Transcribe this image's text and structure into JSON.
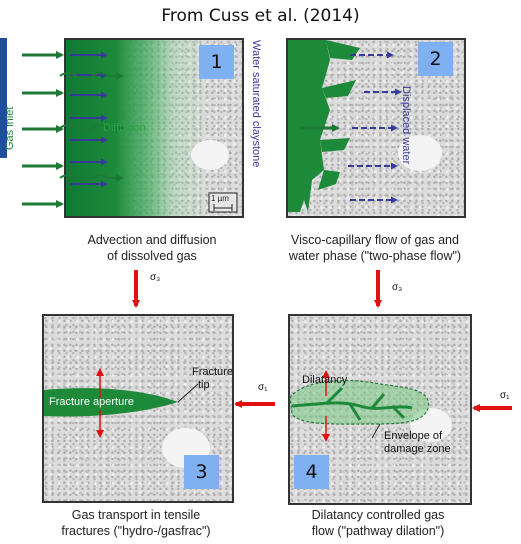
{
  "title": "From Cuss et al. (2014)",
  "panels": [
    {
      "number": "1",
      "caption_lines": [
        "Advection and diffusion",
        "of dissolved gas"
      ],
      "labels": {
        "inlet": "Gas inlet",
        "diffusion": "Diffusion",
        "side": "Water saturated claystone",
        "scale": "1 µm"
      }
    },
    {
      "number": "2",
      "caption_lines": [
        "Visco-capillary flow of gas and",
        "water phase (\"two-phase flow\")"
      ],
      "labels": {
        "side": "Displaced water"
      }
    },
    {
      "number": "3",
      "caption_lines": [
        "Gas transport in tensile",
        "fractures (\"hydro-/gasfrac\")"
      ],
      "labels": {
        "aperture": "Fracture aperture",
        "tip_line1": "Fracture",
        "tip_line2": "tip",
        "sigma3": "σ₃",
        "sigma1": "σ₁"
      }
    },
    {
      "number": "4",
      "caption_lines": [
        "Dilatancy controlled gas",
        "flow (\"pathway dilation\")"
      ],
      "labels": {
        "dilatancy": "Dilatancy",
        "envelope_line1": "Envelope of",
        "envelope_line2": "damage zone",
        "sigma3": "σ₃",
        "sigma1": "σ₁"
      }
    }
  ],
  "colors": {
    "gas_green": "#1d8a3a",
    "water_blue": "#3a3a9a",
    "stress_red": "#e01010",
    "badge_blue": "#7fb0f1"
  }
}
